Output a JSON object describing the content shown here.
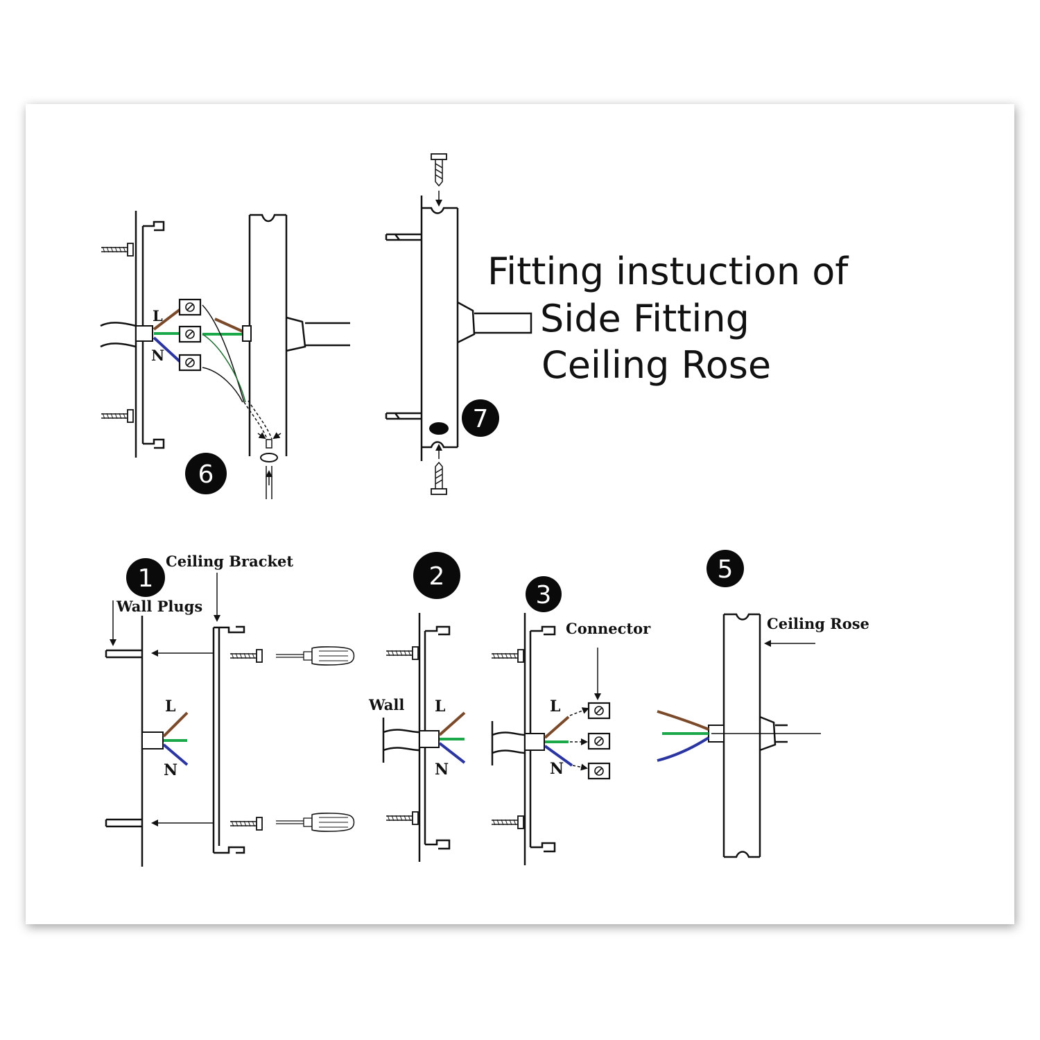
{
  "title": {
    "line1": "Fitting instuction of",
    "line2": "Side Fitting",
    "line3": "Ceiling Rose"
  },
  "steps": {
    "s1": "1",
    "s2": "2",
    "s3": "3",
    "s5": "5",
    "s6": "6",
    "s7": "7"
  },
  "labels": {
    "ceiling_bracket": "Ceiling Bracket",
    "wall_plugs": "Wall Plugs",
    "wall": "Wall",
    "connector": "Connector",
    "ceiling_rose": "Ceiling Rose",
    "live": "L",
    "neutral": "N"
  },
  "colors": {
    "live_wire": "#7a4a2a",
    "earth_wire": "#1aa84a",
    "neutral_wire": "#2a35a0",
    "badge": "#0a0a0a"
  }
}
